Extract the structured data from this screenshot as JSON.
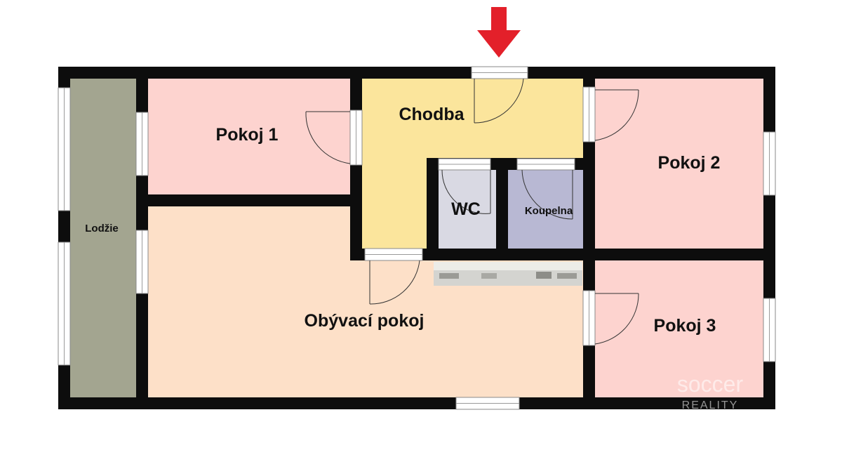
{
  "rooms": {
    "lodzie": "Lodžie",
    "pokoj1": "Pokoj 1",
    "chodba": "Chodba",
    "pokoj2": "Pokoj 2",
    "wc": "WC",
    "koupelna": "Koupelna",
    "obyvaci": "Obývací pokoj",
    "pokoj3": "Pokoj 3"
  },
  "watermark": {
    "brand": "soccer",
    "sub": "REALITY"
  },
  "colors": {
    "wall": "#0d0d0d",
    "lodzie": "#a3a590",
    "pokoj": "#fdd3cf",
    "chodba": "#fbe59c",
    "wc": "#d9d9e3",
    "koupelna": "#b8b8d3",
    "obyvaci": "#fde0c8",
    "entry_arrow": "#e3202a"
  }
}
